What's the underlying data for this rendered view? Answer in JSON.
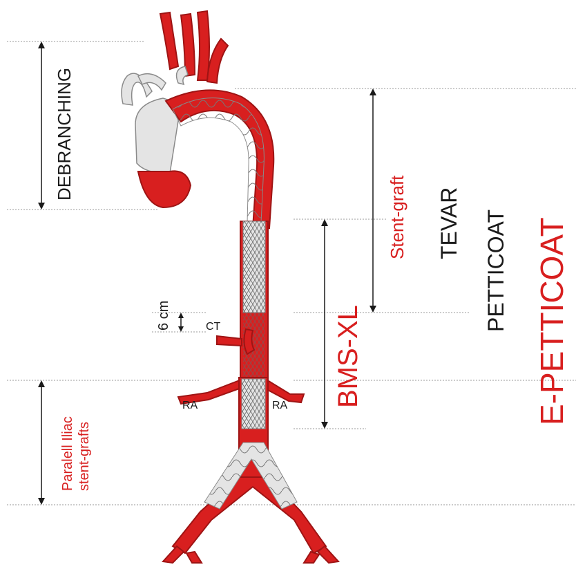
{
  "labels": {
    "debranching": "DEBRANCHING",
    "stent_graft": "Stent-graft",
    "tevar": "TEVAR",
    "petticoat": "PETTICOAT",
    "e_petticoat": "E-PETTICOAT",
    "bms_xl": "BMS-XL",
    "six_cm": "6 cm",
    "ct": "CT",
    "ra_left": "RA",
    "ra_right": "RA",
    "iliac_line1": "Paralell Iliac",
    "iliac_line2": "stent-grafts"
  },
  "colors": {
    "red": "#d81f1f",
    "dark_red": "#9e1414",
    "graft_grey": "#d9d9d9",
    "grey_outline": "#8a8a8a",
    "text_black": "#1a1a1a",
    "dotted_line": "#9a9a9a"
  }
}
